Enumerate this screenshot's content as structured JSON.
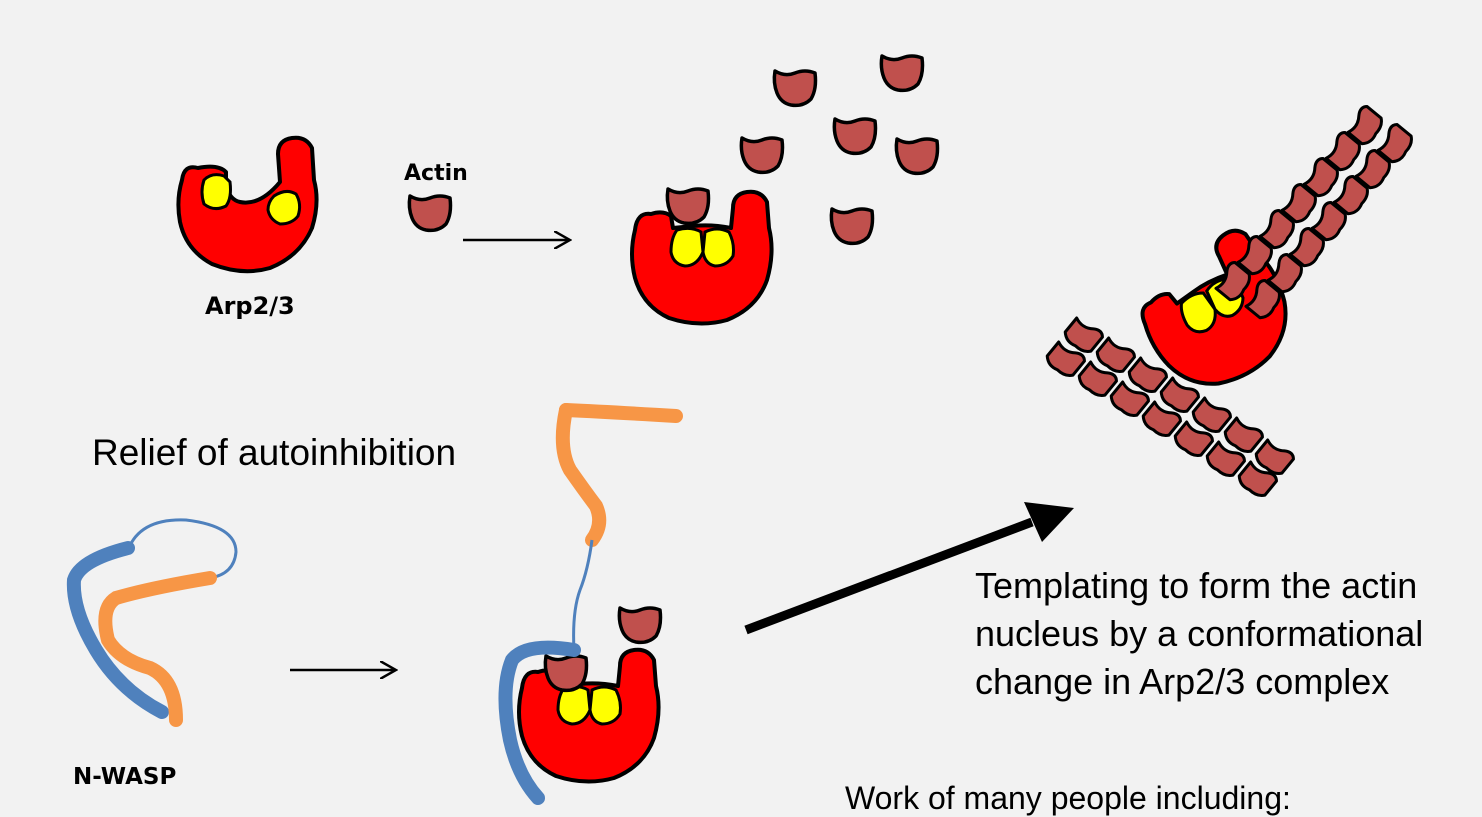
{
  "labels": {
    "actin": "Actin",
    "arp23": "Arp2/3",
    "relief": "Relief of autoinhibition",
    "templating": [
      "Templating to form the actin",
      "nucleus by a conformational",
      "change in Arp2/3 complex"
    ],
    "nwasp": "N-WASP",
    "credit": "Work of many people including:"
  },
  "colors": {
    "background": "#f2f2f2",
    "arp_body": "#ff0000",
    "arp_subunits": "#ffff00",
    "actin": "#c0504d",
    "nwasp_blue": "#4f81bd",
    "nwasp_orange": "#f79646",
    "outline": "#000000"
  }
}
